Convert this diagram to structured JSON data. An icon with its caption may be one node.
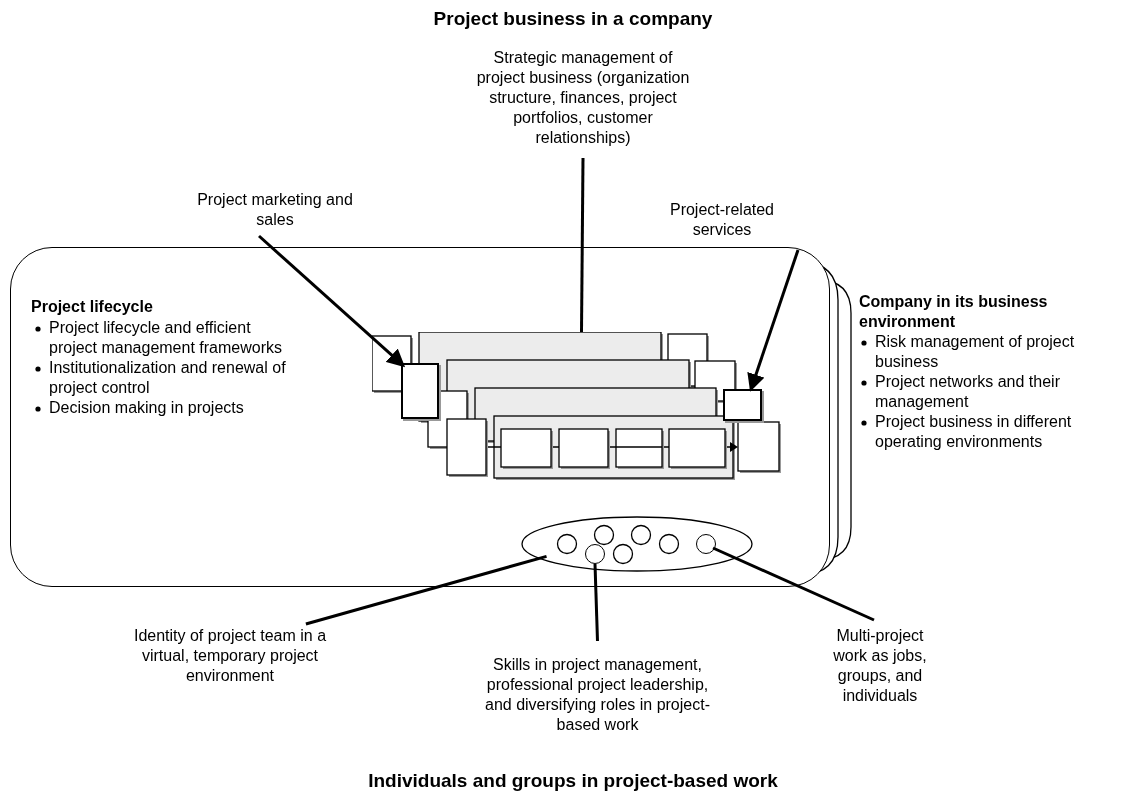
{
  "diagram": {
    "title": "Project business in a company",
    "caption": "Individuals and groups in project-based work",
    "nodes": [
      {
        "text": [
          "Project lifecycle",
          "Project lifecycle and efficient project management frameworks",
          "Institutionalization and renewal of project control",
          "Decision making in projects"
        ]
      },
      {
        "text": [
          "Strategic management of project business (organization structure, finances, project portfolios, customer relationships)"
        ]
      },
      {
        "text": [
          "Project marketing and sales"
        ]
      },
      {
        "text": [
          "Project-related services"
        ]
      },
      {
        "text": [],
        "shape": "picture",
        "in": 0
      },
      {
        "text": [],
        "shape": "box",
        "in": 4
      },
      {
        "text": [],
        "shape": "box",
        "in": 4
      },
      {
        "text": [],
        "shape": "ellipse",
        "in": 0
      },
      {
        "text": [],
        "shape": "circle",
        "in": 7
      },
      {
        "text": [],
        "shape": "circle",
        "in": 7
      },
      {
        "text": [
          "Identity of project team in a virtual, temporary project environment"
        ]
      },
      {
        "text": [
          "Skills in project management, professional project leadership, and diversifying roles in project-based work"
        ]
      },
      {
        "text": [
          "Multi-project work as jobs, groups, and individuals"
        ]
      }
    ],
    "edges": [
      {
        "from": 1,
        "to": 4,
        "arrow": "none"
      },
      {
        "from": 2,
        "to": 5,
        "arrow": "to"
      },
      {
        "from": 3,
        "to": 6,
        "arrow": "to"
      },
      {
        "from": 10,
        "to": 7,
        "arrow": "none"
      },
      {
        "from": 11,
        "to": 8,
        "arrow": "none"
      },
      {
        "from": 12,
        "to": 9,
        "arrow": "none"
      }
    ],
    "labels": [
      "Company in its business environment",
      "Risk management of project business",
      "Project networks and their management",
      "Project business in different operating environments"
    ]
  }
}
